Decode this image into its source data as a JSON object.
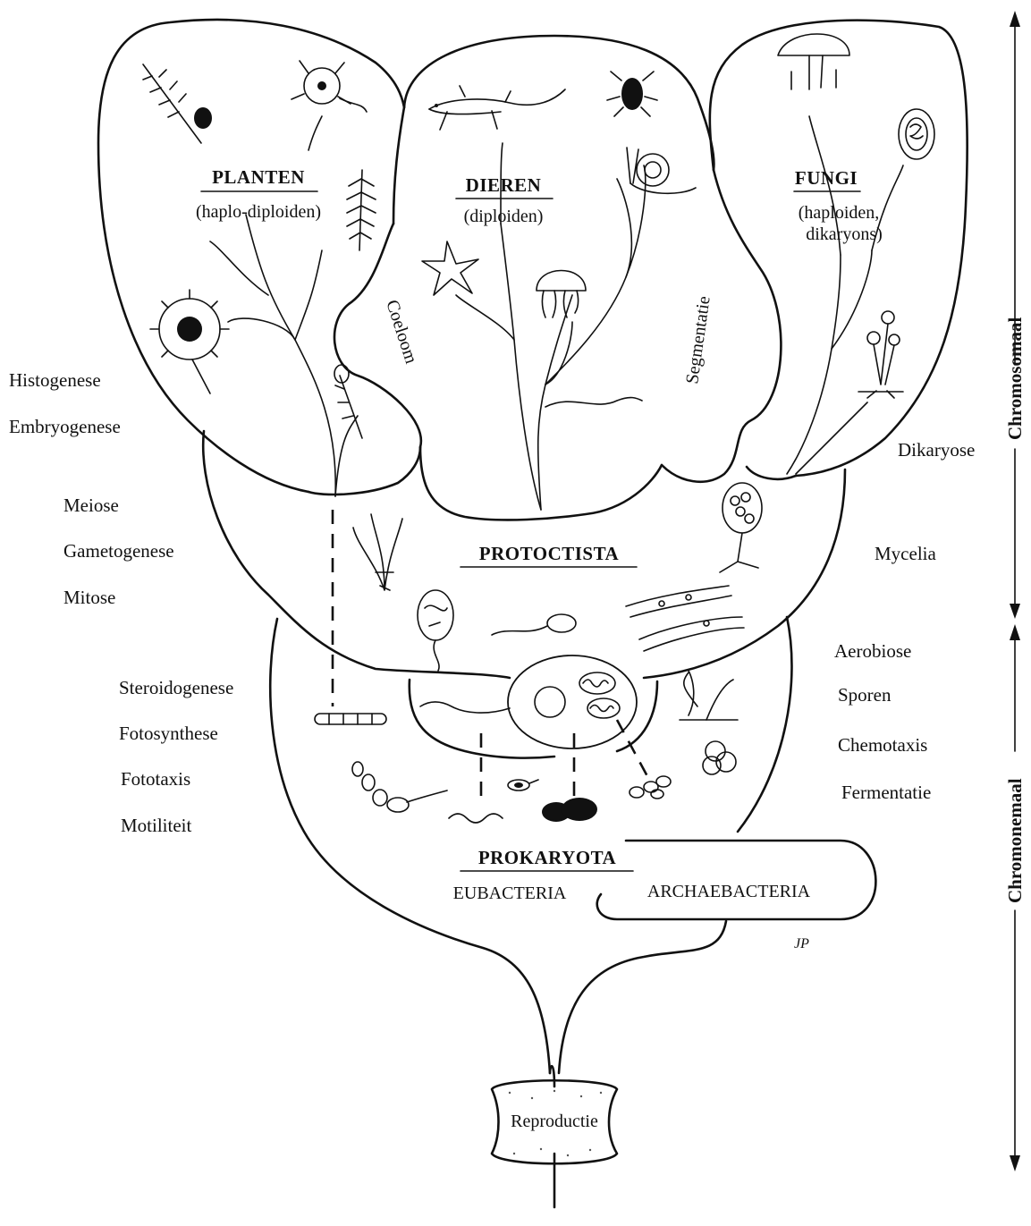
{
  "kingdoms": {
    "plants": {
      "title": "PLANTEN",
      "subtitle": "(haplo-diploiden)"
    },
    "animals": {
      "title": "DIEREN",
      "subtitle": "(diploiden)"
    },
    "fungi": {
      "title": "FUNGI",
      "subtitle_line1": "(haploiden,",
      "subtitle_line2": "dikaryons)"
    },
    "protoctista": {
      "title": "PROTOCTISTA"
    },
    "prokaryota": {
      "title": "PROKARYOTA",
      "branch_left": "EUBACTERIA",
      "branch_right": "ARCHAEBACTERIA"
    }
  },
  "inner_labels": {
    "coelom": "Coeloom",
    "segmentation": "Segmentatie"
  },
  "left_processes": {
    "upper": [
      "Histogenese",
      "Embryogenese"
    ],
    "middle": [
      "Meiose",
      "Gametogenese",
      "Mitose"
    ],
    "lower": [
      "Steroidogenese",
      "Fotosynthese",
      "Fototaxis",
      "Motiliteit"
    ]
  },
  "right_processes": {
    "upper": [
      "Dikaryose"
    ],
    "middle": [
      "Mycelia"
    ],
    "lower": [
      "Aerobiose",
      "Sporen",
      "Chemotaxis",
      "Fermentatie"
    ]
  },
  "root_label": "Reproductie",
  "axis": {
    "upper": "Chromosomaal",
    "lower": "Chromonemaal"
  },
  "signature": "JP"
}
